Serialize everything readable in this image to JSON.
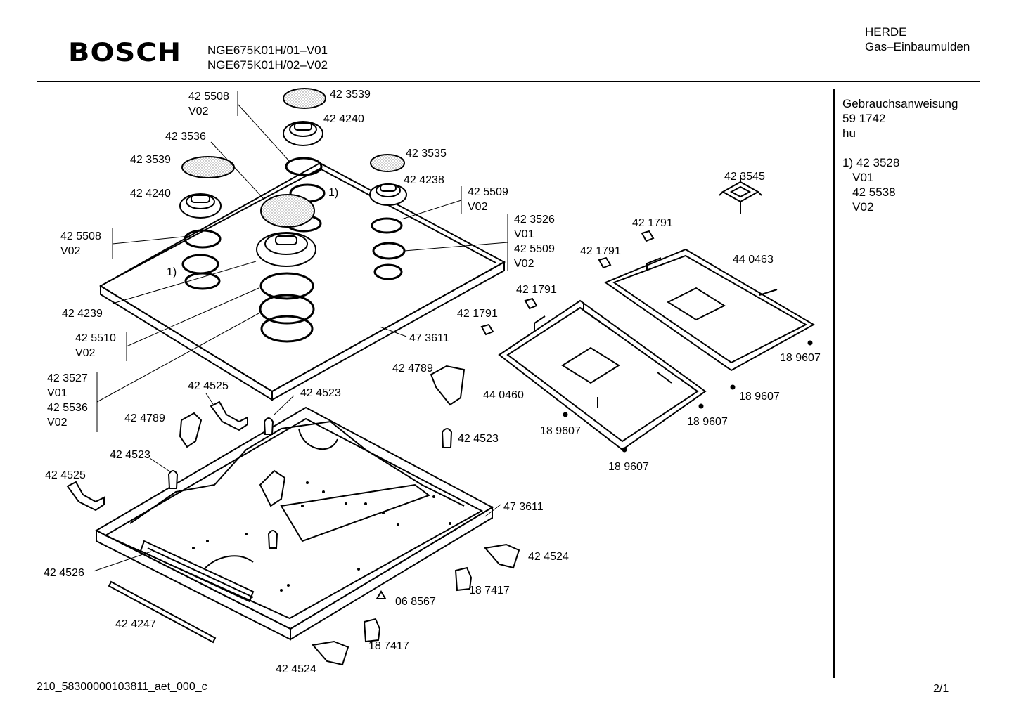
{
  "header": {
    "brand": "BOSCH",
    "models": [
      "NGE675K01H/01–V01",
      "NGE675K01H/02–V02"
    ],
    "category": [
      "HERDE",
      "Gas–Einbaumulden"
    ]
  },
  "sidebar": {
    "manual_title": "Gebrauchsanweisung",
    "manual_number": "59 1742",
    "language": "hu",
    "footnote": {
      "marker": "1)",
      "lines": [
        "42 3528",
        "V01",
        "42 5538",
        "V02"
      ]
    }
  },
  "callouts": {
    "c01": "42 5508",
    "c02": "V02",
    "c03": "42 3539",
    "c04": "42 4240",
    "c05": "42 3536",
    "c06": "42 3539",
    "c07": "42 4240",
    "c08": "1)",
    "c09": "42 3535",
    "c10": "42 4238",
    "c11": "42 5509",
    "c12": "V02",
    "c13": "42 5508",
    "c14": "V02",
    "c15": "42 3526",
    "c16": "V01",
    "c17": "42 5509",
    "c18": "V02",
    "c19": "1)",
    "c20": "42 4239",
    "c21": "42 5510",
    "c22": "V02",
    "c23": "47 3611",
    "c24": "42 3527",
    "c25": "V01",
    "c26": "42 5536",
    "c27": "V02",
    "c28": "42 4525",
    "c29": "42 4523",
    "c30": "42 4789",
    "c31": "42 4789",
    "c32": "42 4523",
    "c33": "42 4525",
    "c34": "42 4523",
    "c35": "47 3611",
    "c36": "42 4526",
    "c37": "42 4524",
    "c38": "18 7417",
    "c39": "06 8567",
    "c40": "42 4247",
    "c41": "18 7417",
    "c42": "42 4524",
    "c43": "42 3545",
    "c44": "42 1791",
    "c45": "42 1791",
    "c46": "44 0463",
    "c47": "42 1791",
    "c48": "42 1791",
    "c49": "18 9607",
    "c50": "44 0460",
    "c51": "18 9607",
    "c52": "18 9607",
    "c53": "18 9607",
    "c54": "18 9607"
  },
  "footer": {
    "drawing_id": "210_58300000103811_aet_000_c",
    "page": "2/1"
  }
}
